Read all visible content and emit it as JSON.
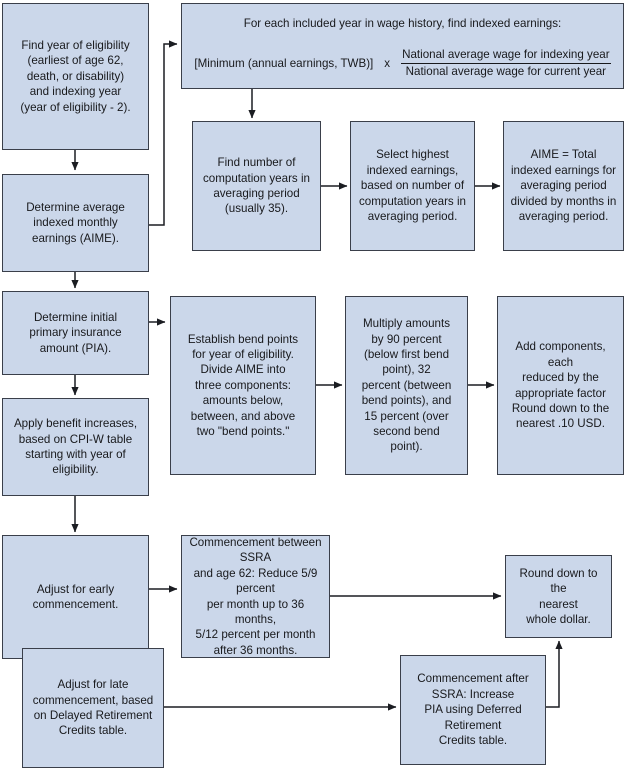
{
  "diagram": {
    "title": "Social Security benefit computation flowchart",
    "style": {
      "node_fill": "#cbd7ea",
      "node_border": "#3a3f4a",
      "text_color": "#18191c",
      "background": "#ffffff"
    }
  },
  "nodes": {
    "eligibility": "Find year of eligibility\n(earliest of age 62,\ndeath, or disability)\nand indexing year\n(year of eligibility  - 2).",
    "indexed_earnings_title": "For each included year in wage history, find indexed earnings:",
    "indexed_earnings_left": "[Minimum (annual earnings, TWB)]",
    "indexed_earnings_operator": "x",
    "indexed_earnings_numerator": "National average wage for indexing year",
    "indexed_earnings_denominator": "National average wage for current year",
    "computation_years": "Find number of\ncomputation years in\naveraging period\n(usually 35).",
    "select_highest": "Select highest\nindexed earnings,\nbased on number of\ncomputation years in\naveraging period.",
    "aime_formula": "AIME = Total\nindexed earnings for\naveraging period\ndivided by months in\naveraging period.",
    "determine_aime": "Determine average\nindexed monthly\nearnings (AIME).",
    "determine_pia": "Determine initial\nprimary insurance\namount (PIA).",
    "bend_points": "Establish bend points\nfor year of eligibility.\nDivide AIME into\nthree components:\namounts below,\nbetween, and above\ntwo \"bend points.\"",
    "multiply_percents": "Multiply amounts\nby 90 percent\n(below first bend\npoint),     32\npercent (between\nbend points), and\n15 percent (over\nsecond bend\npoint).",
    "add_components": "Add components, each\nreduced by the\nappropriate factor\nRound down to the\nnearest .10 USD.",
    "benefit_increases": "Apply benefit increases,\nbased on CPI-W table\nstarting with year of\neligibility.",
    "adjust_early": "Adjust for early\ncommencement.",
    "commencement_between": "Commencement between SSRA\nand age 62: Reduce 5/9 percent\nper month up to 36 months,\n5/12 percent  per month\nafter 36 months.",
    "round_down": "Round down to the\nnearest\nwhole dollar.",
    "adjust_late": "Adjust for late\ncommencement, based\non Delayed Retirement\nCredits table.",
    "commencement_after": "Commencement after\nSSRA: Increase\nPIA using Deferred\nRetirement\nCredits table."
  }
}
